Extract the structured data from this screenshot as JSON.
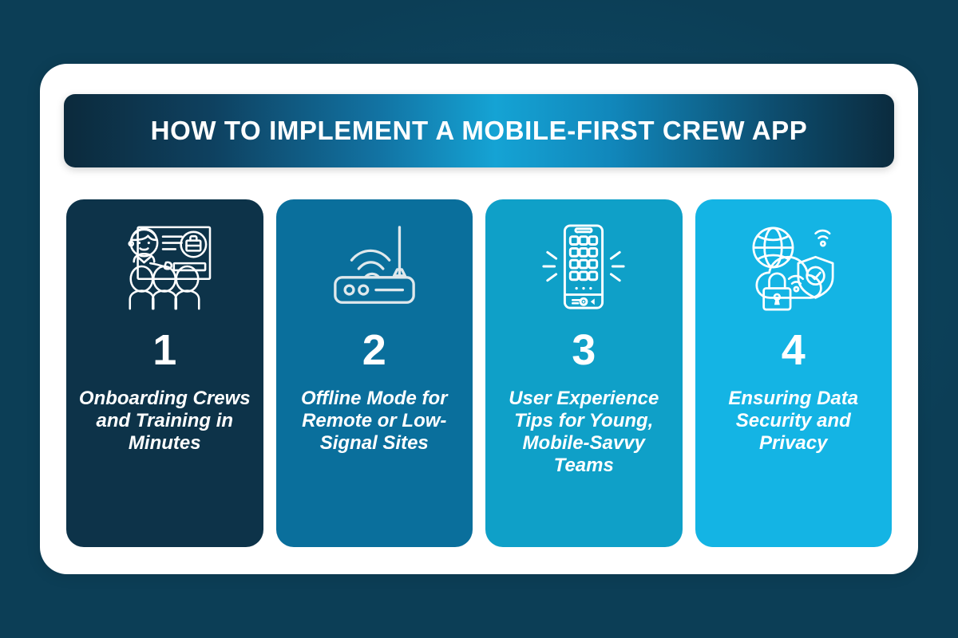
{
  "background": {
    "gradient_from": "#0a2f42",
    "gradient_to": "#10516f",
    "accent_glow": "#1b7aa4"
  },
  "panel": {
    "background_color": "#ffffff"
  },
  "header": {
    "title": "HOW TO IMPLEMENT A MOBILE-FIRST CREW APP",
    "gradient_edge_color": "#0b2b3e",
    "gradient_center_color": "#15a3d4",
    "text_color": "#ffffff"
  },
  "cards": [
    {
      "number": "1",
      "caption": "Onboarding Crews and Training in Minutes",
      "color": "#0d3349",
      "icon": "training-presentation-icon"
    },
    {
      "number": "2",
      "caption": "Offline Mode for Remote or Low-Signal Sites",
      "color": "#0a6f9c",
      "icon": "wifi-router-icon"
    },
    {
      "number": "3",
      "caption": "User Experience Tips for Young, Mobile-Savvy Teams",
      "color": "#0fa0c8",
      "icon": "smartphone-apps-icon"
    },
    {
      "number": "4",
      "caption": "Ensuring Data Security and Privacy",
      "color": "#14b4e4",
      "icon": "cloud-security-icon"
    }
  ]
}
